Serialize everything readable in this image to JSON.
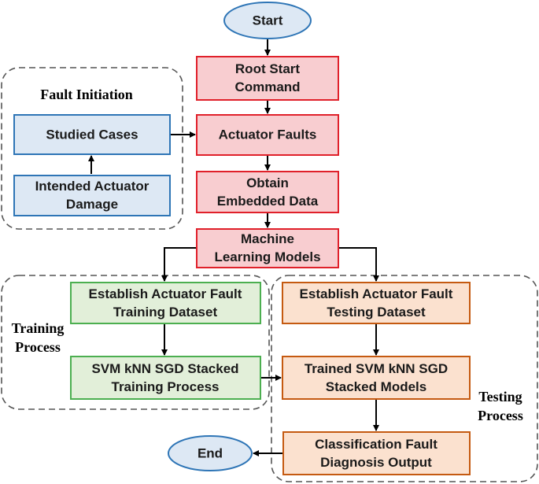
{
  "nodes": {
    "start": {
      "lines": [
        "Start"
      ]
    },
    "root_start_command": {
      "lines": [
        "Root Start",
        "Command"
      ]
    },
    "actuator_faults": {
      "lines": [
        "Actuator Faults"
      ]
    },
    "obtain_embedded_data": {
      "lines": [
        "Obtain",
        "Embedded Data"
      ]
    },
    "machine_learning_models": {
      "lines": [
        "Machine",
        "Learning Models"
      ]
    },
    "studied_cases": {
      "lines": [
        "Studied Cases"
      ]
    },
    "intended_actuator_damage": {
      "lines": [
        "Intended Actuator",
        "Damage"
      ]
    },
    "training_dataset": {
      "lines": [
        "Establish Actuator Fault",
        "Training Dataset"
      ]
    },
    "training_process": {
      "lines": [
        "SVM kNN SGD Stacked",
        "Training Process"
      ]
    },
    "testing_dataset": {
      "lines": [
        "Establish Actuator Fault",
        "Testing Dataset"
      ]
    },
    "trained_models": {
      "lines": [
        "Trained SVM kNN SGD",
        "Stacked Models"
      ]
    },
    "classification_output": {
      "lines": [
        "Classification Fault",
        "Diagnosis Output"
      ]
    },
    "end": {
      "lines": [
        "End"
      ]
    }
  },
  "groups": {
    "fault_initiation": {
      "lines": [
        "Fault Initiation"
      ]
    },
    "training": {
      "lines": [
        "Training",
        "Process"
      ]
    },
    "testing": {
      "lines": [
        "Testing",
        "Process"
      ]
    }
  },
  "colors": {
    "red_fill": "#f8cdd0",
    "red_stroke": "#e0202a",
    "blue_fill": "#dde8f4",
    "blue_stroke": "#2e75b6",
    "green_fill": "#e2efd9",
    "green_stroke": "#4caf50",
    "orange_fill": "#fbe1cf",
    "orange_stroke": "#c55a11",
    "ellipse_fill": "#dde8f4",
    "ellipse_stroke": "#2e75b6",
    "arrow": "#000000",
    "group_border": "#555555"
  }
}
